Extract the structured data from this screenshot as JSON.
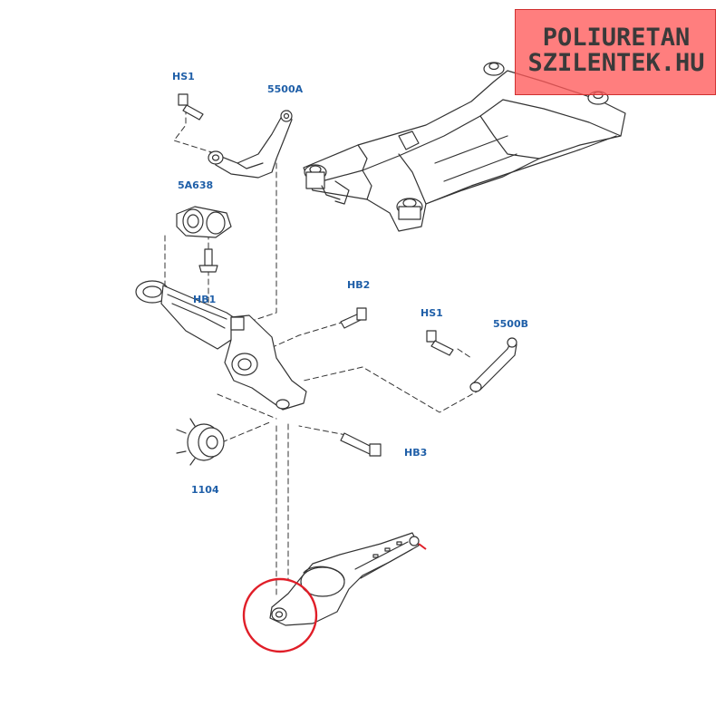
{
  "watermark": {
    "line1": "POLIURETAN",
    "line2": "SZILENTEK.HU"
  },
  "labels": {
    "hs1_top": "HS1",
    "arm_5500a": "5500A",
    "bush_5a638": "5A638",
    "hb1": "HB1",
    "hb2": "HB2",
    "hs1_right": "HS1",
    "arm_5500b": "5500B",
    "hb3": "HB3",
    "hub_1104": "1104"
  },
  "colors": {
    "label": "#1f5fa8",
    "line": "#333333",
    "highlight": "#e01e28",
    "watermark": "#ff5a5a"
  }
}
